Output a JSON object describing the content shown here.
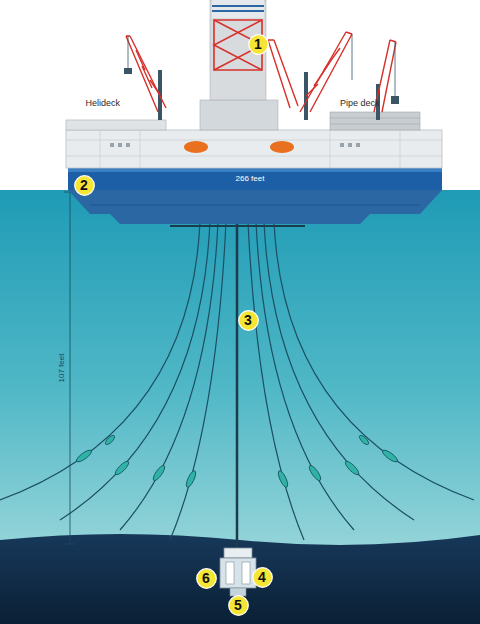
{
  "diagram": {
    "nodes": [
      {
        "text": [
          "1"
        ]
      },
      {
        "text": [
          "2"
        ]
      },
      {
        "text": [
          "3"
        ]
      },
      {
        "text": [
          "6"
        ]
      },
      {
        "text": [
          "4"
        ]
      },
      {
        "text": [
          "5"
        ]
      }
    ],
    "labels": [
      "Helideck",
      "Pipe deck",
      "266 feet",
      "107 feet"
    ]
  }
}
